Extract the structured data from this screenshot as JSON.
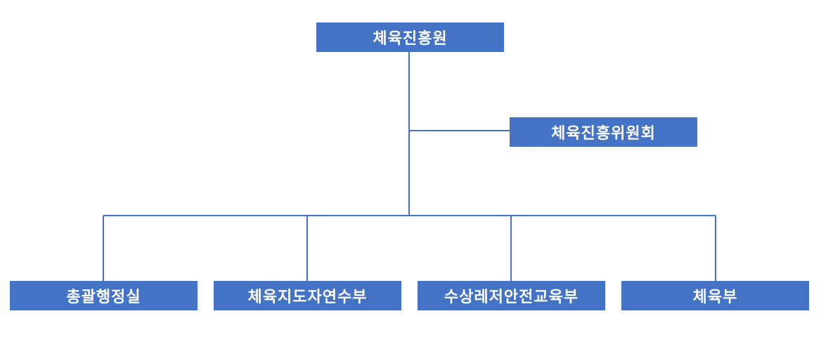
{
  "root": {
    "label": "체육진흥원"
  },
  "committee": {
    "label": "체육진흥위원회"
  },
  "departments": [
    {
      "label": "총괄행정실"
    },
    {
      "label": "체육지도자연수부"
    },
    {
      "label": "수상레저안전교육부"
    },
    {
      "label": "체육부"
    }
  ],
  "colors": {
    "box_fill": "#4472C4",
    "box_text": "#FFFFFF",
    "connector": "#4472C4"
  }
}
